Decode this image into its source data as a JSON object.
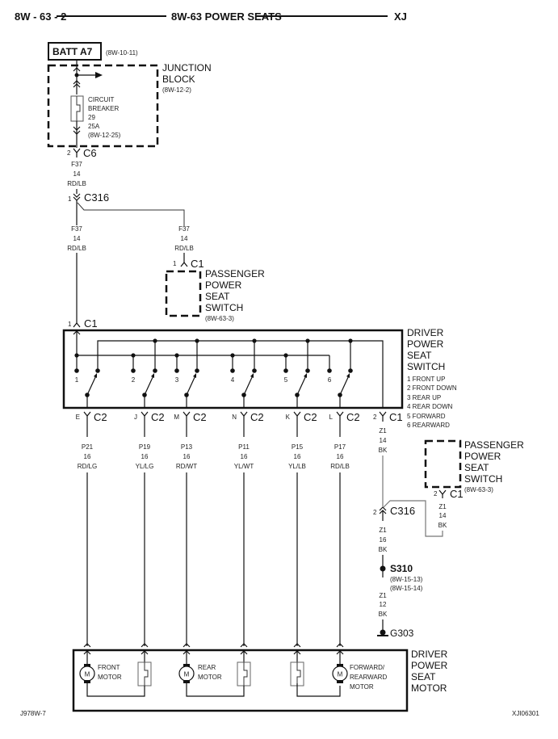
{
  "header": {
    "page_ref": "8W - 63 - 2",
    "title": "8W-63 POWER SEATS",
    "model": "XJ"
  },
  "footer": {
    "left_code": "J978W-7",
    "right_code": "XJI06301"
  },
  "battery": {
    "label": "BATT A7",
    "ref": "(8W-10-11)"
  },
  "junction_block": {
    "label_line1": "JUNCTION",
    "label_line2": "BLOCK",
    "ref": "(8W-12-2)",
    "breaker": {
      "line1": "CIRCUIT",
      "line2": "BREAKER",
      "number": "29",
      "rating": "25A",
      "ref": "(8W-12-25)"
    }
  },
  "connectors": {
    "c6": {
      "pin": "2",
      "name": "C6"
    },
    "c316_top": {
      "pin": "1",
      "name": "C316"
    },
    "pass_c1_top": {
      "pin": "1",
      "name": "C1"
    },
    "drv_c1_top": {
      "pin": "1",
      "name": "C1"
    },
    "drv_c1_bottom": {
      "pin": "2",
      "name": "C1"
    },
    "c316_bottom": {
      "pin": "2",
      "name": "C316"
    },
    "pass_c1_bottom": {
      "pin": "2",
      "name": "C1"
    }
  },
  "wires": {
    "f37_a": {
      "circuit": "F37",
      "gauge": "14",
      "color": "RD/LB"
    },
    "f37_b": {
      "circuit": "F37",
      "gauge": "14",
      "color": "RD/LB"
    },
    "f37_c": {
      "circuit": "F37",
      "gauge": "14",
      "color": "RD/LB"
    },
    "z1_a": {
      "circuit": "Z1",
      "gauge": "14",
      "color": "BK"
    },
    "z1_b": {
      "circuit": "Z1",
      "gauge": "14",
      "color": "BK"
    },
    "z1_c": {
      "circuit": "Z1",
      "gauge": "16",
      "color": "BK"
    },
    "z1_d": {
      "circuit": "Z1",
      "gauge": "12",
      "color": "BK"
    }
  },
  "passenger_switch_top": {
    "line1": "PASSENGER",
    "line2": "POWER",
    "line3": "SEAT",
    "line4": "SWITCH",
    "ref": "(8W-63-3)"
  },
  "passenger_switch_right": {
    "line1": "PASSENGER",
    "line2": "POWER",
    "line3": "SEAT",
    "line4": "SWITCH",
    "ref": "(8W-63-3)"
  },
  "driver_switch": {
    "line1": "DRIVER",
    "line2": "POWER",
    "line3": "SEAT",
    "line4": "SWITCH",
    "legend": [
      "1 FRONT UP",
      "2 FRONT DOWN",
      "3 REAR UP",
      "4 REAR DOWN",
      "5 FORWARD",
      "6 REARWARD"
    ],
    "contact_numbers": [
      "1",
      "2",
      "3",
      "4",
      "5",
      "6"
    ]
  },
  "c2_outputs": [
    {
      "pin": "E",
      "conn": "C2",
      "circuit": "P21",
      "gauge": "16",
      "color": "RD/LG"
    },
    {
      "pin": "J",
      "conn": "C2",
      "circuit": "P19",
      "gauge": "16",
      "color": "YL/LG"
    },
    {
      "pin": "M",
      "conn": "C2",
      "circuit": "P13",
      "gauge": "16",
      "color": "RD/WT"
    },
    {
      "pin": "N",
      "conn": "C2",
      "circuit": "P11",
      "gauge": "16",
      "color": "YL/WT"
    },
    {
      "pin": "K",
      "conn": "C2",
      "circuit": "P15",
      "gauge": "16",
      "color": "YL/LB"
    },
    {
      "pin": "L",
      "conn": "C2",
      "circuit": "P17",
      "gauge": "16",
      "color": "RD/LB"
    }
  ],
  "splice": {
    "name": "S310",
    "ref1": "(8W-15-13)",
    "ref2": "(8W-15-14)"
  },
  "ground": {
    "name": "G303"
  },
  "seat_motor": {
    "line1": "DRIVER",
    "line2": "POWER",
    "line3": "SEAT",
    "line4": "MOTOR",
    "motor_symbol": "M",
    "front_motor": {
      "line1": "FRONT",
      "line2": "MOTOR"
    },
    "rear_motor": {
      "line1": "REAR",
      "line2": "MOTOR"
    },
    "fr_motor": {
      "line1": "FORWARD/",
      "line2": "REARWARD",
      "line3": "MOTOR"
    }
  }
}
